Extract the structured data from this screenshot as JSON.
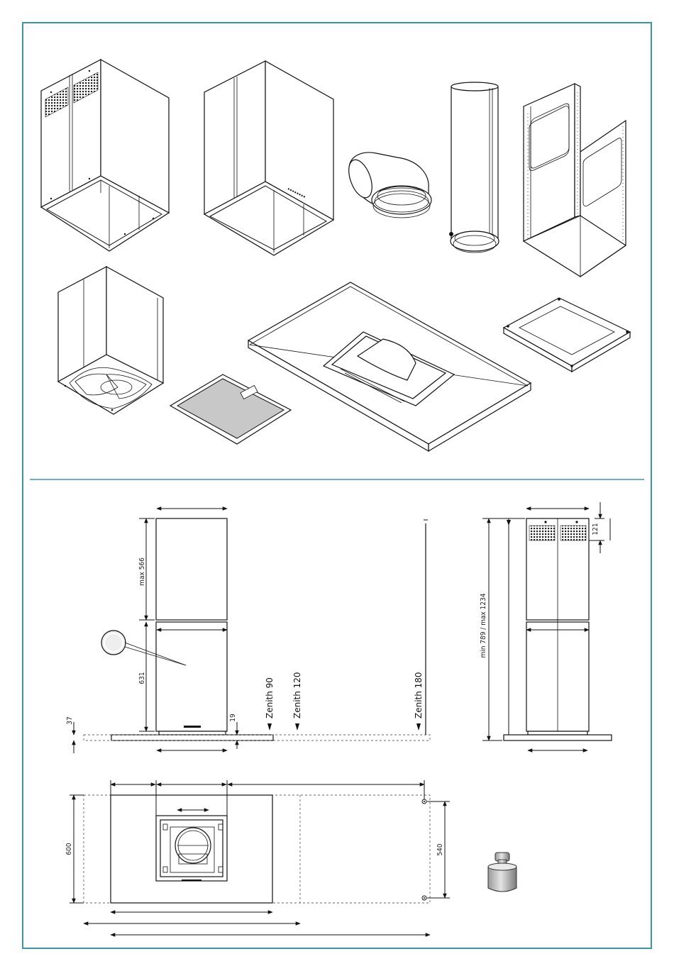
{
  "colors": {
    "frame": "#3a97ab",
    "ink": "#111111",
    "filter": "#c8c8c8"
  },
  "parts": [
    "vented-upper-chimney",
    "lower-chimney",
    "elbow-duct",
    "straight-duct",
    "mounting-frame",
    "motor-housing",
    "grease-filter",
    "hood-panel",
    "mounting-plate"
  ],
  "side_view": {
    "upper_height": "max 566",
    "lower_height": "631",
    "panel_thickness": "37",
    "bottom_offset": "19",
    "zenith_90": "Zenith 90",
    "zenith_120": "Zenith 120",
    "zenith_180": "Zenith 180"
  },
  "front_view": {
    "total_height": "min 789 / max 1234",
    "vent_height": "121"
  },
  "plan_view": {
    "depth": "600",
    "hole_spacing": "540"
  },
  "weight_icon": "weight-icon"
}
